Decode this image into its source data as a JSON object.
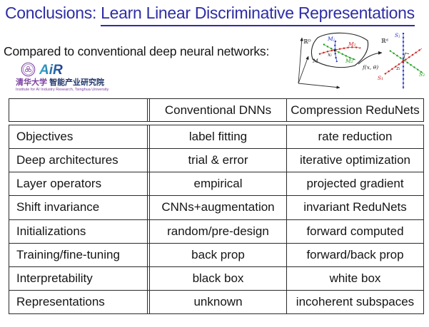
{
  "colors": {
    "title_blue": "#2d2da6",
    "text_black": "#151515",
    "table_border": "#2b2b2b",
    "diag_red": "#cc2222",
    "diag_green": "#1fa01f",
    "diag_blue": "#2233cc",
    "logo_purple": "#7b3fa0",
    "logo_navy": "#20366b",
    "air_start": "#35aecb",
    "air_end": "#1f3e92"
  },
  "title": {
    "prefix": "Conclusions: ",
    "emphasis": "Learn Linear Discriminative Representations"
  },
  "subtitle": "Compared to conventional deep neural networks:",
  "logo": {
    "air_text": "AiR",
    "cn_university": "清华大学",
    "cn_institute": "智能产业研究院",
    "en_line": "Institute for AI Industry Research, Tsinghua University"
  },
  "diagram": {
    "space_high": "ℝᴰ",
    "space_low": "ℝᵈ",
    "manifold": "M",
    "manifold_j": "Mⱼ",
    "manifold_1": "M₁",
    "manifold_2": "M₂",
    "point_x": "xᵢ",
    "point_z": "zᵢ",
    "mapping": "f(x, θ)",
    "subspace_j": "Sⱼ",
    "subspace_1": "S₁",
    "subspace_2": "S₂"
  },
  "table": {
    "columns": [
      "",
      "Conventional DNNs",
      "Compression ReduNets"
    ],
    "rows": [
      {
        "label": "Objectives",
        "dnn": "label fitting",
        "redunet": "rate reduction"
      },
      {
        "label": "Deep architectures",
        "dnn": "trial & error",
        "redunet": "iterative optimization"
      },
      {
        "label": "Layer operators",
        "dnn": "empirical",
        "redunet": "projected gradient"
      },
      {
        "label": "Shift invariance",
        "dnn": "CNNs+augmentation",
        "redunet": "invariant ReduNets"
      },
      {
        "label": "Initializations",
        "dnn": "random/pre-design",
        "redunet": "forward computed"
      },
      {
        "label": "Training/fine-tuning",
        "dnn": "back prop",
        "redunet": "forward/back prop"
      },
      {
        "label": "Interpretability",
        "dnn": "black box",
        "redunet": "white box"
      },
      {
        "label": "Representations",
        "dnn": "unknown",
        "redunet": "incoherent subspaces"
      }
    ]
  }
}
